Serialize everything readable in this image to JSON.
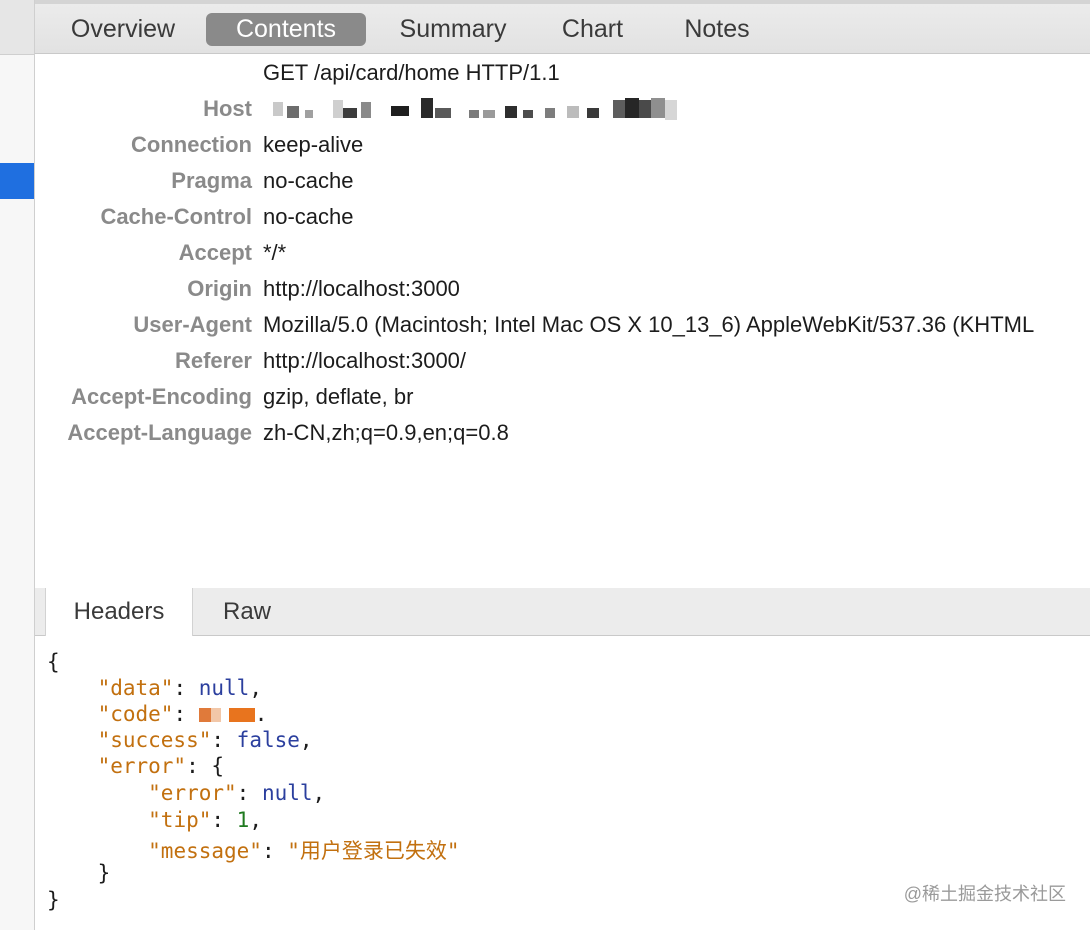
{
  "top_tabs": [
    {
      "label": "Overview",
      "active": false
    },
    {
      "label": "Contents",
      "active": true
    },
    {
      "label": "Summary",
      "active": false
    },
    {
      "label": "Chart",
      "active": false
    },
    {
      "label": "Notes",
      "active": false
    }
  ],
  "request_line": "GET /api/card/home HTTP/1.1",
  "headers": [
    {
      "key": "Host",
      "value": ""
    },
    {
      "key": "Connection",
      "value": "keep-alive"
    },
    {
      "key": "Pragma",
      "value": "no-cache"
    },
    {
      "key": "Cache-Control",
      "value": "no-cache"
    },
    {
      "key": "Accept",
      "value": "*/*"
    },
    {
      "key": "Origin",
      "value": "http://localhost:3000"
    },
    {
      "key": "User-Agent",
      "value": "Mozilla/5.0 (Macintosh; Intel Mac OS X 10_13_6) AppleWebKit/537.36 (KHTML"
    },
    {
      "key": "Referer",
      "value": "http://localhost:3000/"
    },
    {
      "key": "Accept-Encoding",
      "value": "gzip, deflate, br"
    },
    {
      "key": "Accept-Language",
      "value": "zh-CN,zh;q=0.9,en;q=0.8"
    }
  ],
  "lower_tabs": [
    {
      "label": "Headers",
      "active": true
    },
    {
      "label": "Raw",
      "active": false
    }
  ],
  "json": {
    "open": "{",
    "k_data": "\"data\"",
    "v_data": "null",
    "k_code": "\"code\"",
    "k_success": "\"success\"",
    "v_success": "false",
    "k_error": "\"error\"",
    "open2": "{",
    "k_error2": "\"error\"",
    "v_error2": "null",
    "k_tip": "\"tip\"",
    "v_tip": "1",
    "k_message": "\"message\"",
    "v_message": "\"用户登录已失效\"",
    "close2": "}",
    "close": "}"
  },
  "watermark": "@稀土掘金技术社区",
  "colors": {
    "selection_blue": "#1f6fe0",
    "active_tab_bg": "#8a8a8a",
    "json_key": "#c2700f",
    "json_keyword": "#2b3f9e",
    "json_number": "#1f7a1f"
  }
}
